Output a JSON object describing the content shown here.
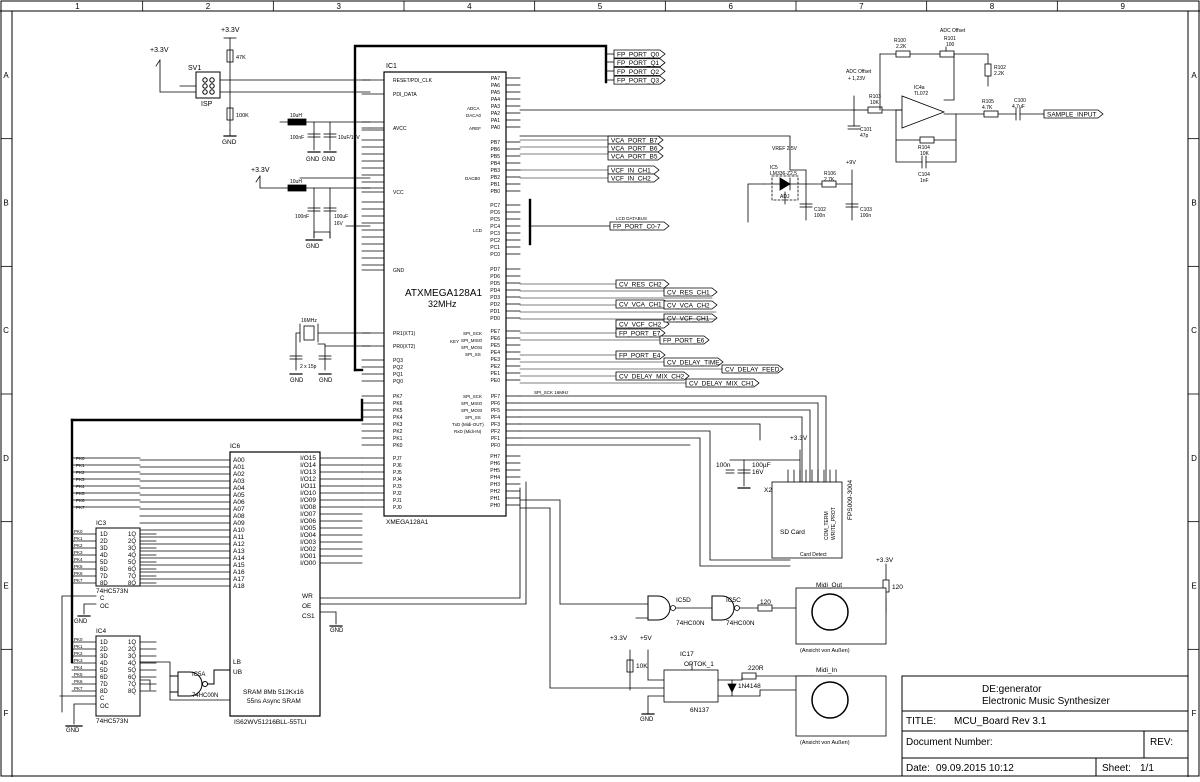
{
  "frame": {
    "columns": [
      "1",
      "2",
      "3",
      "4",
      "5",
      "6",
      "7",
      "8",
      "9"
    ],
    "rows": [
      "A",
      "B",
      "C",
      "D",
      "E",
      "F"
    ]
  },
  "title_block": {
    "project": "DE:generator",
    "subtitle": "Electronic Music Synthesizer",
    "title_label": "TITLE:",
    "title_value": "MCU_Board Rev 3.1",
    "doc_label": "Document Number:",
    "rev_label": "REV:",
    "date_label": "Date:",
    "date_value": "09.09.2015 10:12",
    "sheet_label": "Sheet:",
    "sheet_value": "1/1"
  },
  "ic1": {
    "ref": "IC1",
    "name": "ATXMEGA128A1",
    "freq": "32MHz",
    "part": "XMEGA128A1",
    "left_pins": [
      "RESET/PDI_CLK",
      "PDI_DATA",
      "AVCC",
      "VCC",
      "GND",
      "PR1(XT1)",
      "PR0(XT2)",
      "PQ3",
      "PQ2",
      "PQ1",
      "PQ0",
      "PK7",
      "PK6",
      "PK5",
      "PK4",
      "PK3",
      "PK2",
      "PK1",
      "PK0",
      "PJ7",
      "PJ6",
      "PJ5",
      "PJ4",
      "PJ3",
      "PJ2",
      "PJ1",
      "PJ0"
    ],
    "right_pins": [
      "PA7",
      "PA6",
      "PA5",
      "PA4",
      "PA3",
      "PA2",
      "PA1",
      "PA0",
      "PB7",
      "PB6",
      "PB5",
      "PB4",
      "PB3",
      "PB2",
      "PB1",
      "PB0",
      "PC7",
      "PC6",
      "PC5",
      "PC4",
      "PC3",
      "PC2",
      "PC1",
      "PC0",
      "PD7",
      "PD6",
      "PD5",
      "PD4",
      "PD3",
      "PD2",
      "PD1",
      "PD0",
      "PE7",
      "PE6",
      "PE5",
      "PE4",
      "PE3",
      "PE2",
      "PE1",
      "PE0",
      "PF7",
      "PF6",
      "PF5",
      "PF4",
      "PF3",
      "PF2",
      "PF1",
      "PF0",
      "PH7",
      "PH6",
      "PH5",
      "PH4",
      "PH3",
      "PH2",
      "PH1",
      "PH0"
    ],
    "side_labels": [
      "ADCA",
      "DACA0",
      "AREF",
      "DACB0",
      "LCD",
      "KEY",
      "SPI_SCK",
      "SPI_MISO",
      "SPI_MOSI",
      "SPI_SS",
      "TxD (Midi-OUT)",
      "RxD (Midi-IN)"
    ]
  },
  "nets": {
    "fp_port": [
      "FP_PORT_Q0",
      "FP_PORT_Q1",
      "FP_PORT_Q2",
      "FP_PORT_Q3"
    ],
    "vca_port": [
      "VCA_PORT_B7",
      "VCA_PORT_B6",
      "VCA_PORT_B5"
    ],
    "vcf_in": [
      "VCF_IN_CH1",
      "VCF_IN_CH2"
    ],
    "lcd": "FP_PORT_C0-7",
    "lcd_caption": "LCD DATABUS",
    "cv_left": [
      "CV_RES_CH2",
      "CV_VCA_CH1",
      "CV_VCF_CH2"
    ],
    "cv_right": [
      "CV_RES_CH1",
      "CV_VCA_CH2",
      "CV_VCF_CH1"
    ],
    "fp_e_left": [
      "FP_PORT_E7",
      "FP_PORT_E4"
    ],
    "fp_e_right": [
      "FP_PORT_E6"
    ],
    "delay_left": [
      "CV_DELAY_TIME",
      "CV_DELAY_MIX_CH2"
    ],
    "delay_right": [
      "CV_DELAY_FEED",
      "CV_DELAY_MIX_CH1"
    ],
    "sample": "SAMPLE_INPUT",
    "spi_caption": "SPI_SCK 16MHz"
  },
  "ic6": {
    "ref": "IC6",
    "addr": [
      "A00",
      "A01",
      "A02",
      "A03",
      "A04",
      "A05",
      "A06",
      "A07",
      "A08",
      "A09",
      "A10",
      "A11",
      "A12",
      "A13",
      "A14",
      "A15",
      "A16",
      "A17",
      "A18"
    ],
    "io": [
      "I/O15",
      "I/O14",
      "I/O13",
      "I/O12",
      "I/O11",
      "I/O10",
      "I/O09",
      "I/O08",
      "I/O07",
      "I/O06",
      "I/O05",
      "I/O04",
      "I/O03",
      "I/O02",
      "I/O01",
      "I/O00"
    ],
    "ctrl": [
      "WR",
      "OE",
      "CS1",
      "LB",
      "UB"
    ],
    "desc1": "SRAM 8Mb 512Kx16",
    "desc2": "55ns Async SRAM",
    "part": "IS62WV51216BLL-55TLI"
  },
  "latches": {
    "ic3": "IC3",
    "ic4": "IC4",
    "part": "74HC573N",
    "inputs": [
      "1D",
      "2D",
      "3D",
      "4D",
      "5D",
      "6D",
      "7D",
      "8D"
    ],
    "outputs": [
      "1Q",
      "2Q",
      "3Q",
      "4Q",
      "5Q",
      "6Q",
      "7Q",
      "8Q"
    ],
    "pk": [
      "PK0",
      "PK1",
      "PK2",
      "PK3",
      "PK4",
      "PK5",
      "PK6",
      "PK7"
    ],
    "ctrl": [
      "C",
      "OC"
    ]
  },
  "isp": {
    "ref": "SV1",
    "label": "ISP"
  },
  "power": {
    "p33": "+3.3V",
    "p5": "+5V",
    "p9": "+9V",
    "gnd": "GND"
  },
  "components": {
    "r47k": "47K",
    "r100k": "100K",
    "l1": "10uH",
    "l2": "10uH",
    "c100n_a": "100nF",
    "c10u": "10uF/16V",
    "c100n_b": "100nF",
    "c100u": "100uF",
    "v16": "16V",
    "xtal": "16MHz",
    "cxtal": "2 x 15p",
    "r100": "R100",
    "r100v": "2.2K",
    "r101": "R101",
    "r101v": "100",
    "adc_offset": "ADC Offset",
    "r102": "R102",
    "r102v": "2.2K",
    "adc_offset2": "ADC Offset",
    "adc_offset2v": "+ 1,23V",
    "r103": "R103",
    "r103v": "10K",
    "ic4a": "IC4a",
    "ic4a_part": "TL072",
    "r105": "R105",
    "r105v": "4.7K",
    "c100": "C100",
    "c100v": "4.7uF",
    "r104": "R104",
    "r104v": "10K",
    "c104": "C104",
    "c104v": "1nF",
    "c101": "C101",
    "c101v": "47p",
    "vref": "VREF 2.5V",
    "ic5": "IC5",
    "ic5_part": "LM336-Z2,5",
    "adj": "ADJ",
    "r106": "R106",
    "r106v": "2.7K",
    "c102": "C102",
    "c102v": "100n",
    "c103": "C103",
    "c103v": "100n",
    "ic5d": "IC5D",
    "ic5c": "IC5C",
    "nand": "74HC00N",
    "ic5a": "IC5A",
    "r120": "120",
    "r120b": "120",
    "midi_out": "Midi_Out",
    "midi_in": "Midi_In",
    "ansicht": "(Ansicht von Außen)",
    "ic17": "IC17",
    "optok": "OPTOK_1",
    "opto_part": "6N137",
    "r220": "220R",
    "diode": "1N4148",
    "r10k": "10K",
    "sd_ref": "X2",
    "sd_part": "FPS009-3004",
    "sd_card": "SD Card",
    "card_detect": "Card Detect",
    "sd_pins": [
      "COM_TERM",
      "WRITE_PROT"
    ],
    "c100n_sd": "100n",
    "c100u_sd": "100µF",
    "v16_sd": "16V"
  }
}
